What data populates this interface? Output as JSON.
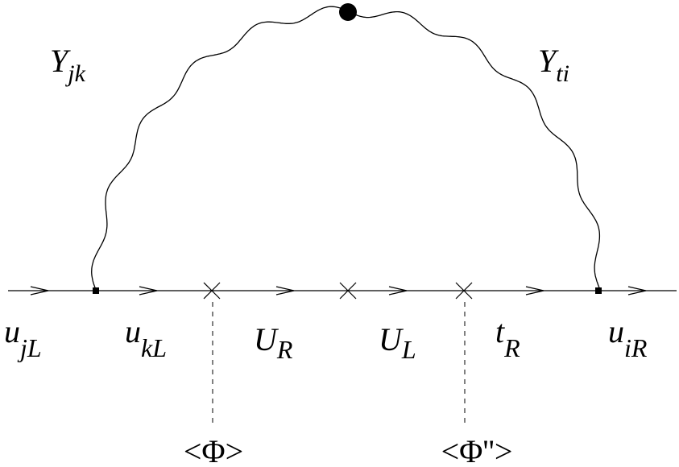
{
  "couplings": [
    {
      "id": "yjk",
      "base": "Y",
      "sub": "jk"
    },
    {
      "id": "yti",
      "base": "Y",
      "sub": "ti"
    }
  ],
  "fermions": [
    {
      "id": "ujl",
      "base": "u",
      "sub": "jL"
    },
    {
      "id": "ukl",
      "base": "u",
      "sub": "kL"
    },
    {
      "id": "ur",
      "base": "U",
      "sub": "R"
    },
    {
      "id": "ul",
      "base": "U",
      "sub": "L"
    },
    {
      "id": "tr",
      "base": "t",
      "sub": "R"
    },
    {
      "id": "uir",
      "base": "u",
      "sub": "iR"
    }
  ],
  "vevs": [
    {
      "id": "phi",
      "text": "<Φ>"
    },
    {
      "id": "phipp",
      "text": "<Φ''>"
    }
  ]
}
